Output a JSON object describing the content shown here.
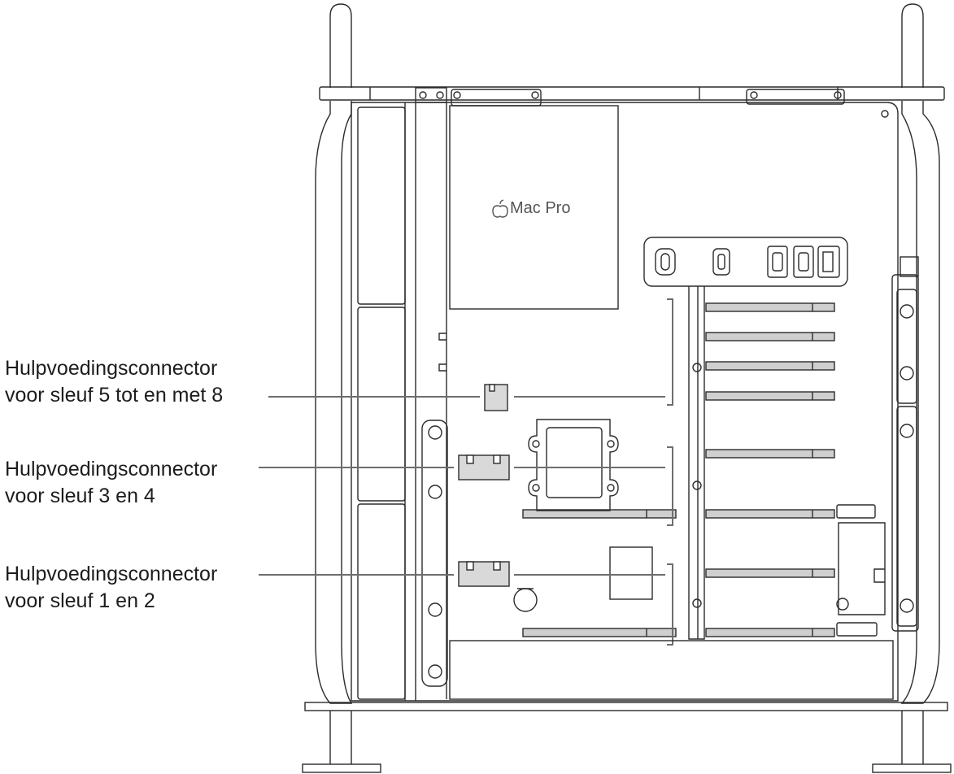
{
  "callouts": [
    {
      "line1": "Hulpvoedingsconnector",
      "line2": "voor sleuf 5 tot en met 8"
    },
    {
      "line1": "Hulpvoedingsconnector",
      "line2": "voor sleuf 3 en 4"
    },
    {
      "line1": "Hulpvoedingsconnector",
      "line2": "voor sleuf 1 en 2"
    }
  ],
  "device": {
    "brand_logo_text": "Mac Pro"
  },
  "colors": {
    "stroke": "#2b2b2b",
    "callout_line": "#6e6e6e",
    "connector_fill": "#d9d9d9",
    "slot_fill": "#cfcfcf"
  }
}
